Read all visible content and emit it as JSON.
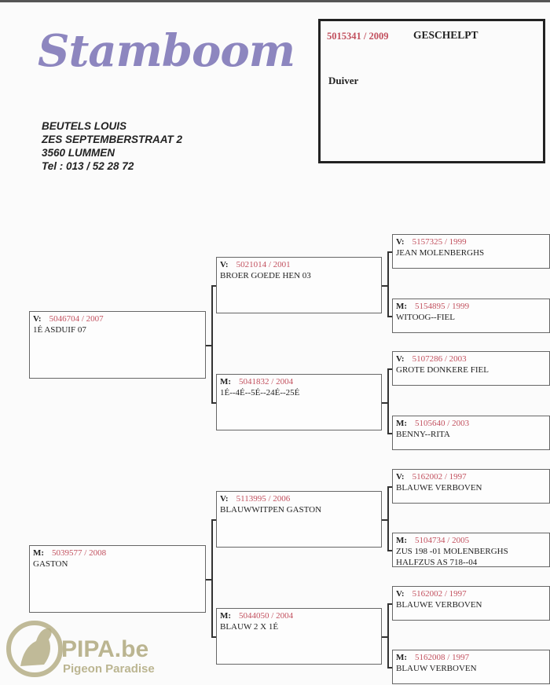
{
  "header": {
    "title": "Stamboom"
  },
  "owner": {
    "name": "BEUTELS LOUIS",
    "street": "ZES SEPTEMBERSTRAAT 2",
    "city": "3560 LUMMEN",
    "phone": "Tel : 013 / 52 28 72"
  },
  "pigeon": {
    "ring": "5015341 / 2009",
    "status": "GESCHELPT",
    "sex": "Duiver"
  },
  "pedigree": [
    {
      "gen": 1,
      "label": "V:",
      "ring": "5046704 / 2007",
      "lines": [
        "1É  ASDUIF 07"
      ]
    },
    {
      "gen": 1,
      "label": "M:",
      "ring": "5039577 / 2008",
      "lines": [
        "GASTON"
      ]
    },
    {
      "gen": 2,
      "label": "V:",
      "ring": "5021014 / 2001",
      "lines": [
        "BROER GOEDE HEN 03"
      ]
    },
    {
      "gen": 2,
      "label": "M:",
      "ring": "5041832 / 2004",
      "lines": [
        "1É--4É--5É--24É--25É"
      ]
    },
    {
      "gen": 2,
      "label": "V:",
      "ring": "5113995 / 2006",
      "lines": [
        "BLAUWWITPEN GASTON"
      ]
    },
    {
      "gen": 2,
      "label": "M:",
      "ring": "5044050 / 2004",
      "lines": [
        "BLAUW  2 X 1É"
      ]
    },
    {
      "gen": 3,
      "label": "V:",
      "ring": "5157325 / 1999",
      "lines": [
        "JEAN MOLENBERGHS"
      ]
    },
    {
      "gen": 3,
      "label": "M:",
      "ring": "5154895 / 1999",
      "lines": [
        "WITOOG--FIEL"
      ]
    },
    {
      "gen": 3,
      "label": "V:",
      "ring": "5107286 / 2003",
      "lines": [
        "GROTE DONKERE FIEL"
      ]
    },
    {
      "gen": 3,
      "label": "M:",
      "ring": "5105640 / 2003",
      "lines": [
        "BENNY--RITA"
      ]
    },
    {
      "gen": 3,
      "label": "V:",
      "ring": "5162002 / 1997",
      "lines": [
        "BLAUWE VERBOVEN"
      ]
    },
    {
      "gen": 3,
      "label": "M:",
      "ring": "5104734 / 2005",
      "lines": [
        "ZUS 198 -01 MOLENBERGHS",
        "HALFZUS AS 718--04"
      ]
    },
    {
      "gen": 3,
      "label": "V:",
      "ring": "5162002 / 1997",
      "lines": [
        "BLAUWE VERBOVEN"
      ]
    },
    {
      "gen": 3,
      "label": "M:",
      "ring": "5162008 / 1997",
      "lines": [
        "BLAUW VERBOVEN"
      ]
    }
  ],
  "watermark": {
    "brand": "PIPA.be",
    "tagline": "Pigeon Paradise"
  },
  "colors": {
    "ring": "#c2505e",
    "title": "#8d86bf"
  }
}
